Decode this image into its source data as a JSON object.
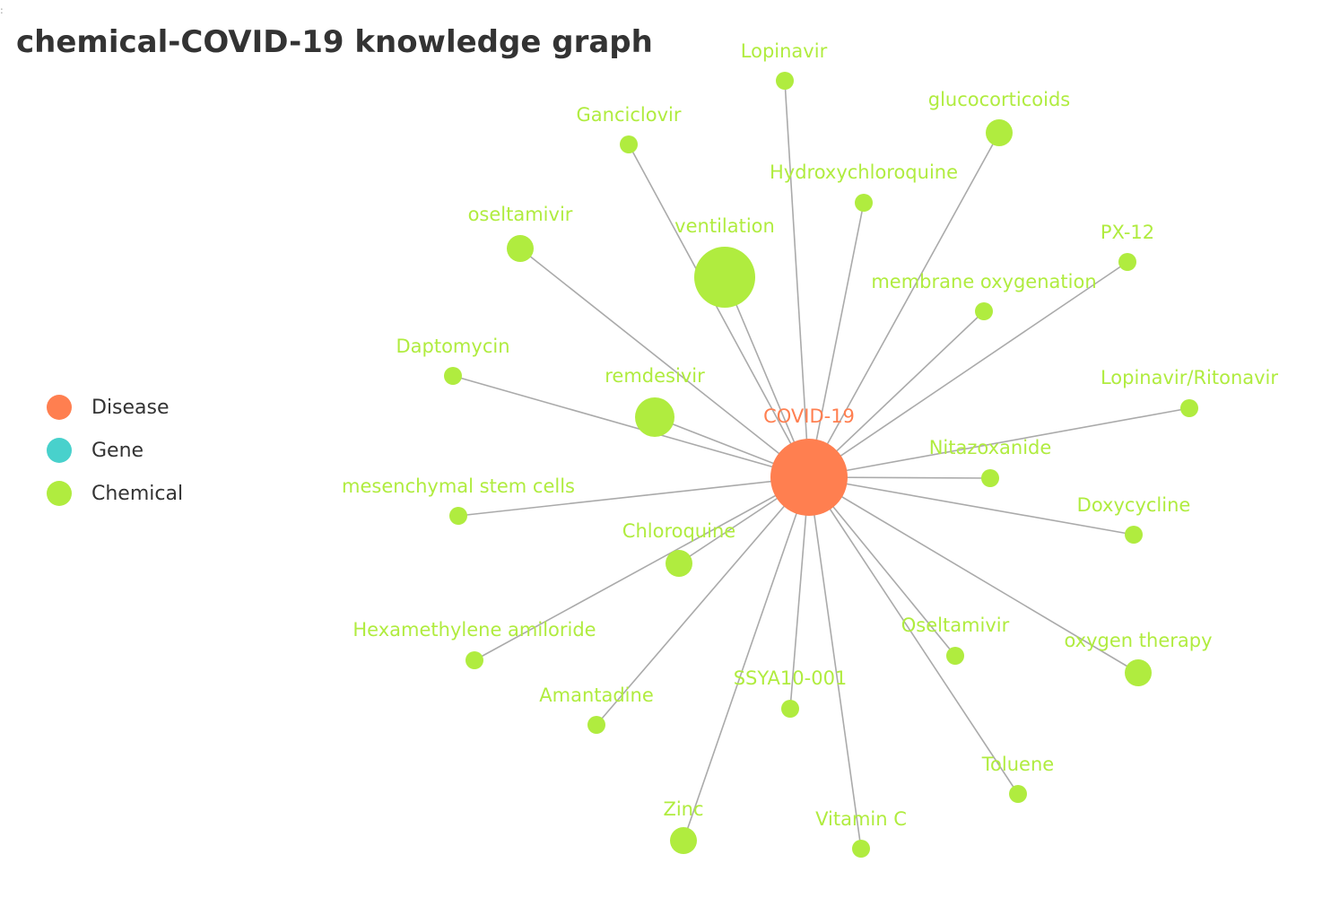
{
  "header": {
    "corner_mark": ":",
    "title": "chemical-COVID-19 knowledge graph"
  },
  "colors": {
    "disease": "#ff7f50",
    "gene": "#48d1cc",
    "chemical": "#b0ec3f",
    "edge": "#aaaaaa",
    "title": "#333333"
  },
  "legend": {
    "items": [
      {
        "key": "disease",
        "label": "Disease",
        "color": "#ff7f50"
      },
      {
        "key": "gene",
        "label": "Gene",
        "color": "#48d1cc"
      },
      {
        "key": "chemical",
        "label": "Chemical",
        "color": "#b0ec3f"
      }
    ]
  },
  "graph": {
    "center": {
      "id": "covid19",
      "label": "COVID-19",
      "category": "Disease",
      "color": "#ff7f50"
    },
    "nodes": [
      {
        "id": "lopinavir",
        "label": "Lopinavir",
        "category": "Chemical",
        "size": "small"
      },
      {
        "id": "ganciclovir",
        "label": "Ganciclovir",
        "category": "Chemical",
        "size": "small"
      },
      {
        "id": "glucocorticoids",
        "label": "glucocorticoids",
        "category": "Chemical",
        "size": "medium"
      },
      {
        "id": "hydroxychloroquine",
        "label": "Hydroxychloroquine",
        "category": "Chemical",
        "size": "small"
      },
      {
        "id": "oseltamivir",
        "label": "oseltamivir",
        "category": "Chemical",
        "size": "medium"
      },
      {
        "id": "ventilation",
        "label": "ventilation",
        "category": "Chemical",
        "size": "large"
      },
      {
        "id": "px12",
        "label": "PX-12",
        "category": "Chemical",
        "size": "small"
      },
      {
        "id": "membrane-oxygenation",
        "label": "membrane oxygenation",
        "category": "Chemical",
        "size": "small"
      },
      {
        "id": "daptomycin",
        "label": "Daptomycin",
        "category": "Chemical",
        "size": "small"
      },
      {
        "id": "remdesivir",
        "label": "remdesivir",
        "category": "Chemical",
        "size": "medium-large"
      },
      {
        "id": "lopinavir-ritonavir",
        "label": "Lopinavir/Ritonavir",
        "category": "Chemical",
        "size": "small"
      },
      {
        "id": "nitazoxanide",
        "label": "Nitazoxanide",
        "category": "Chemical",
        "size": "small"
      },
      {
        "id": "mesenchymal-stem-cells",
        "label": "mesenchymal stem cells",
        "category": "Chemical",
        "size": "small"
      },
      {
        "id": "doxycycline",
        "label": "Doxycycline",
        "category": "Chemical",
        "size": "small"
      },
      {
        "id": "chloroquine",
        "label": "Chloroquine",
        "category": "Chemical",
        "size": "medium"
      },
      {
        "id": "hexamethylene-amiloride",
        "label": "Hexamethylene amiloride",
        "category": "Chemical",
        "size": "small"
      },
      {
        "id": "oseltamivir-cap",
        "label": "Oseltamivir",
        "category": "Chemical",
        "size": "small"
      },
      {
        "id": "oxygen-therapy",
        "label": "oxygen therapy",
        "category": "Chemical",
        "size": "medium"
      },
      {
        "id": "amantadine",
        "label": "Amantadine",
        "category": "Chemical",
        "size": "small"
      },
      {
        "id": "ssya10-001",
        "label": "SSYA10-001",
        "category": "Chemical",
        "size": "small"
      },
      {
        "id": "toluene",
        "label": "Toluene",
        "category": "Chemical",
        "size": "small"
      },
      {
        "id": "zinc",
        "label": "Zinc",
        "category": "Chemical",
        "size": "medium"
      },
      {
        "id": "vitamin-c",
        "label": "Vitamin C",
        "category": "Chemical",
        "size": "small"
      }
    ]
  }
}
